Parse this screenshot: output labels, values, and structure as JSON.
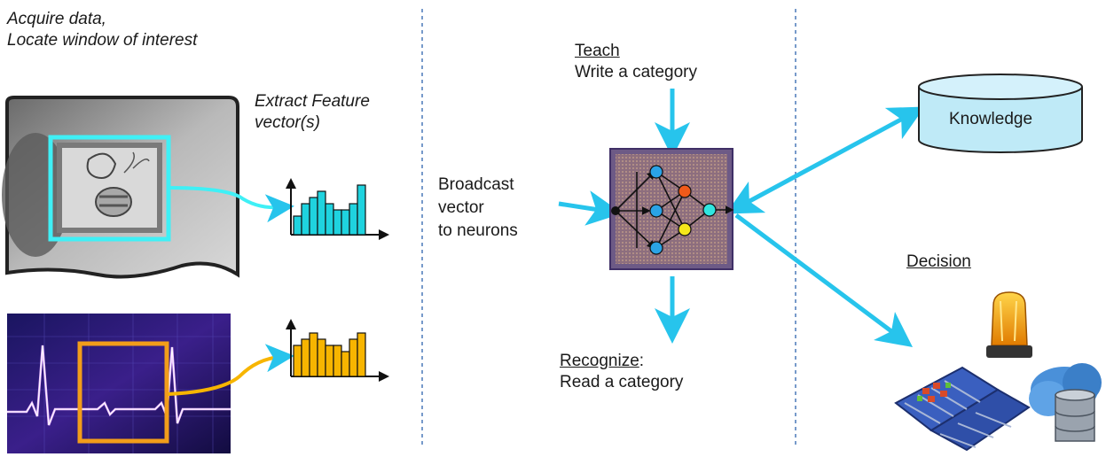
{
  "acquire": {
    "line1": "Acquire data,",
    "line2": "Locate window  of interest"
  },
  "extract": {
    "line1": "Extract Feature",
    "line2": "vector(s)"
  },
  "broadcast": {
    "line1": "Broadcast",
    "line2": "vector",
    "line3": "to neurons"
  },
  "teach": {
    "title": "Teach",
    "subtitle": "Write a category"
  },
  "recognize": {
    "title": "Recognize",
    "suffix": ":",
    "subtitle": "Read a category"
  },
  "knowledge": {
    "label": "Knowledge"
  },
  "decision": {
    "label": "Decision"
  },
  "colors": {
    "arrow": "#27c4ec",
    "feature_cyan": "#1fd3df",
    "feature_orange": "#f7b500",
    "window_cyan": "#3ff0f6",
    "window_orange": "#f29d1a",
    "db_fill": "#bfeaf7",
    "chip": "#8a7290"
  },
  "feature_vectors": [
    {
      "name": "image-features",
      "values": [
        3,
        5,
        6,
        7,
        5,
        4,
        4,
        5,
        8
      ]
    },
    {
      "name": "signal-features",
      "values": [
        5,
        6,
        7,
        6,
        5,
        5,
        4,
        6,
        7
      ]
    }
  ]
}
